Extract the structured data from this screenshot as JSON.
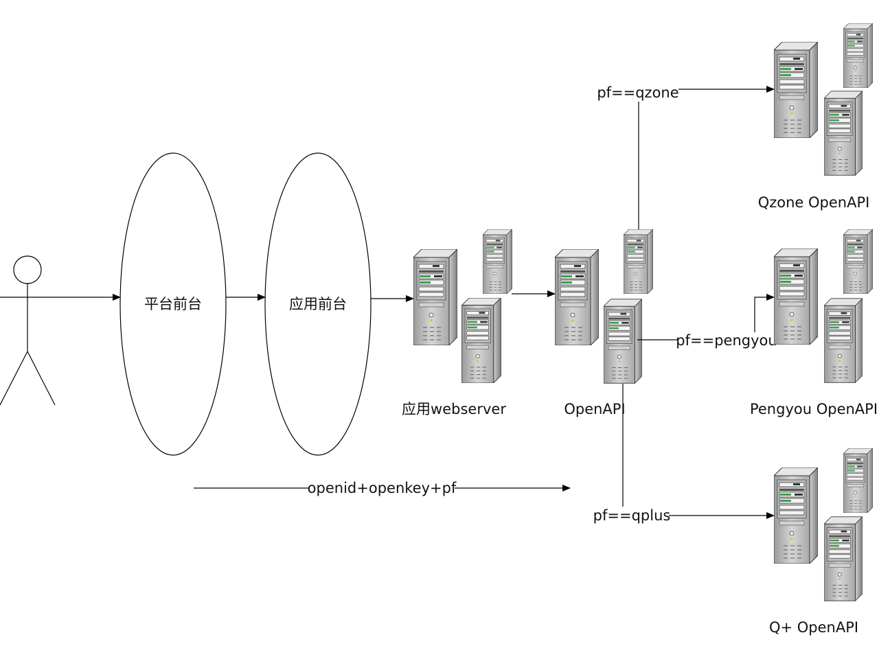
{
  "diagram": {
    "nodes": {
      "user": {
        "icon": "stick-figure-icon"
      },
      "platform_front": {
        "label": "平台前台"
      },
      "app_front": {
        "label": "应用前台"
      },
      "app_webserver": {
        "label": "应用webserver",
        "icon": "server-cluster-icon"
      },
      "openapi": {
        "label": "OpenAPI",
        "icon": "server-cluster-icon"
      },
      "qzone_openapi": {
        "label": "Qzone OpenAPI",
        "icon": "server-cluster-icon"
      },
      "pengyou_openapi": {
        "label": "Pengyou OpenAPI",
        "icon": "server-cluster-icon"
      },
      "qplus_openapi": {
        "label": "Q+ OpenAPI",
        "icon": "server-cluster-icon"
      }
    },
    "edges": {
      "params": "openid+openkey+pf",
      "qzone": "pf==qzone",
      "pengyou": "pf==pengyou",
      "qplus": "pf==qplus"
    }
  }
}
